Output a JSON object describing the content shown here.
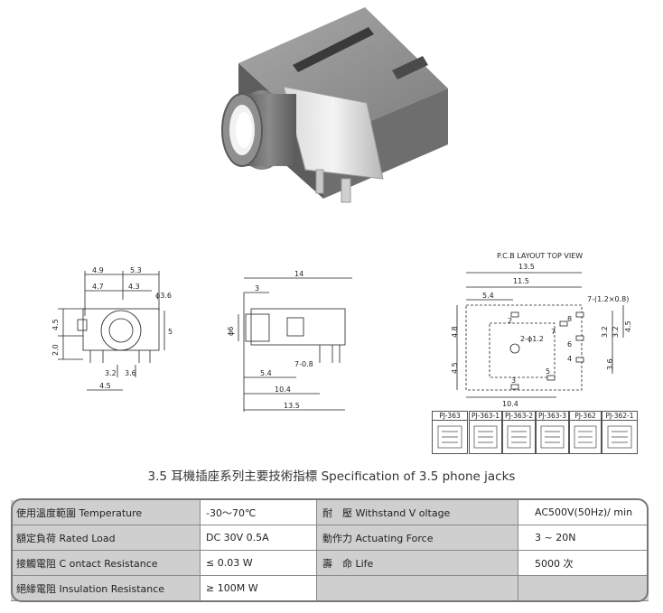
{
  "photo": {
    "alt": "3.5mm phone jack"
  },
  "drawings": {
    "front": {
      "dims_top": [
        "4.9",
        "5.3"
      ],
      "dims_mid": [
        "4.7",
        "4.3"
      ],
      "hole": "ϕ3.6",
      "left_a": "4.5",
      "left_b": "2.0",
      "right": "5",
      "bottom_a": [
        "3.2",
        "3.6"
      ],
      "bottom_b": "4.5"
    },
    "side": {
      "top": "14",
      "small": "3",
      "dia": "ϕ6",
      "pin": "7-0.8",
      "d1": "5.4",
      "d2": "10.4",
      "d3": "13.5"
    },
    "pcb": {
      "title": "P.C.B LAYOUT    TOP VIEW",
      "w1": "13.5",
      "w2": "11.5",
      "w3": "5.4",
      "holes": "7-(1.2×0.8)",
      "center": "2-ϕ1.2",
      "l1": "4.8",
      "l2": "4.5",
      "r1": "3.2",
      "r2": "3.2",
      "r3": "4.5",
      "r4": "3.6",
      "bottom": "10.4",
      "pins": [
        "2",
        "8",
        "7",
        "6",
        "4",
        "5",
        "3"
      ]
    }
  },
  "variants": [
    "PJ-363",
    "PJ-363-1",
    "PJ-363-2",
    "PJ-363-3",
    "PJ-362",
    "PJ-362-1"
  ],
  "heading": "3.5 耳機插座系列主要技術指標 Specification of 3.5 phone jacks",
  "specs": [
    {
      "label": "使用溫度範圍 Temperature",
      "value": "-30～70℃",
      "label2": "耐　壓 Withstand V oltage",
      "value2": "AC500V(50Hz)/ min"
    },
    {
      "label": "額定負荷  Rated Load",
      "value": "DC  30V  0.5A",
      "label2": "動作力  Actuating Force",
      "value2": "3 ~ 20N"
    },
    {
      "label": "接觸電阻  C ontact Resistance",
      "value": "≤ 0.03 W",
      "label2": "壽　命  Life",
      "value2": "5000 次"
    },
    {
      "label": "絕緣電阻  Insulation Resistance",
      "value": "≥ 100M W",
      "label2": "",
      "value2": ""
    }
  ]
}
